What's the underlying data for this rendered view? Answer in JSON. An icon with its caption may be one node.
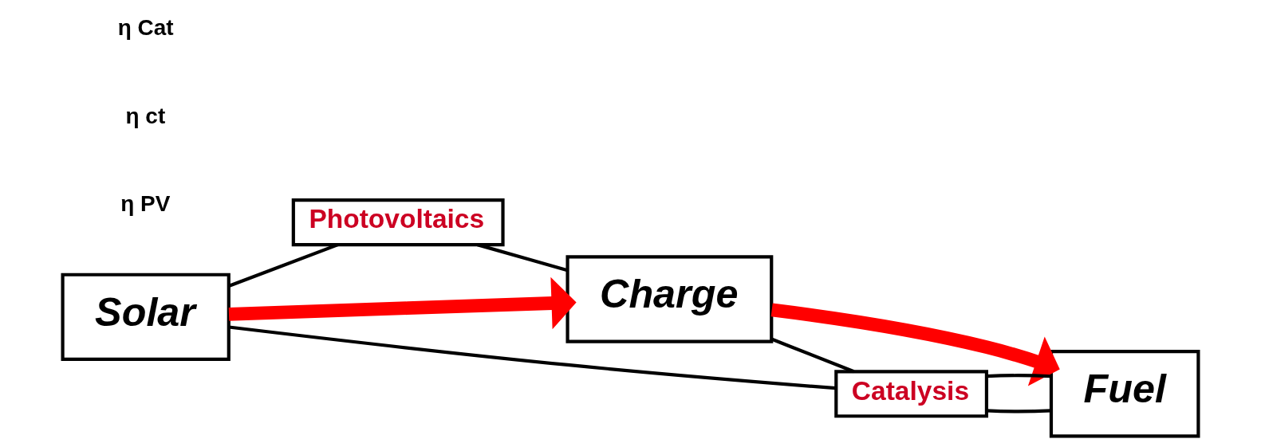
{
  "diagram": {
    "nodes": [
      {
        "text": [
          "Photovoltaics"
        ]
      },
      {
        "text": [
          "Solar"
        ]
      },
      {
        "text": [
          "Charge"
        ]
      },
      {
        "text": [
          "Fuel"
        ]
      },
      {
        "text": [
          "Catalysis"
        ]
      }
    ],
    "edges": [
      {
        "from": 1,
        "to": 2,
        "arrow": "to",
        "style": "thick",
        "color": "#ff0000"
      },
      {
        "from": 2,
        "to": 3,
        "arrow": "to",
        "style": "thick",
        "color": "#ff0000"
      },
      {
        "from": 1,
        "to": 0,
        "arrow": "none"
      },
      {
        "from": 0,
        "to": 2,
        "arrow": "none"
      },
      {
        "from": 1,
        "to": 4,
        "arrow": "none"
      },
      {
        "from": 2,
        "to": 4,
        "arrow": "none"
      },
      {
        "from": 4,
        "to": 3,
        "arrow": "none"
      },
      {
        "from": 4,
        "to": 3,
        "arrow": "none"
      }
    ],
    "labels": [
      "η PV",
      "η ct",
      "η Cat"
    ]
  }
}
